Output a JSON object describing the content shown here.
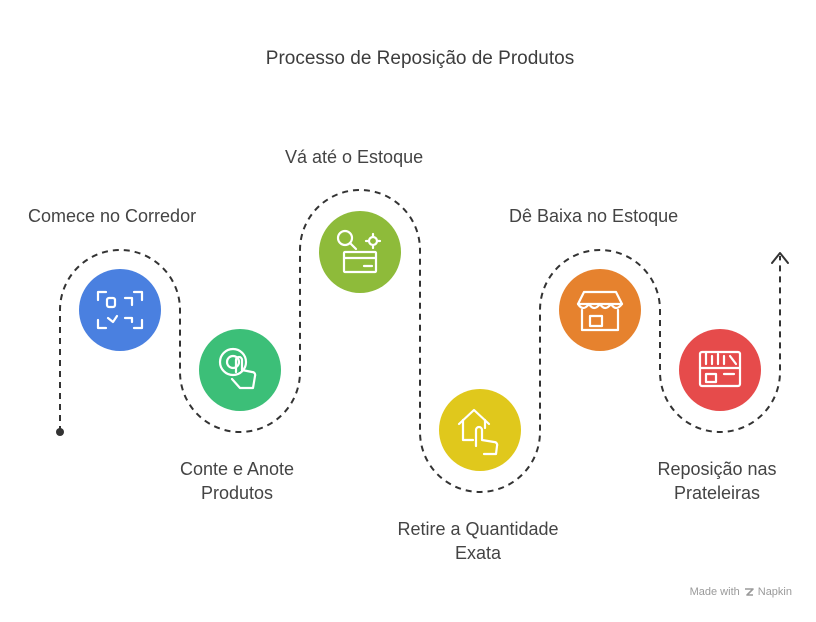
{
  "title": "Processo de Reposição de Produtos",
  "steps": [
    {
      "label": "Comece no Corredor",
      "icon": "scan-frame-icon",
      "color": "#4a80e0"
    },
    {
      "label_lines": [
        "Conte e Anote",
        "Produtos"
      ],
      "icon": "touch-count-icon",
      "color": "#3cbf78"
    },
    {
      "label": "Vá até o Estoque",
      "icon": "search-box-settings-icon",
      "color": "#8ebb3a"
    },
    {
      "label_lines": [
        "Retire a Quantidade",
        "Exata"
      ],
      "icon": "house-hand-icon",
      "color": "#e0c81c"
    },
    {
      "label": "Dê Baixa no Estoque",
      "icon": "storefront-icon",
      "color": "#e6822e"
    },
    {
      "label_lines": [
        "Reposição nas",
        "Prateleiras"
      ],
      "icon": "shelf-icon",
      "color": "#e64b4b"
    }
  ],
  "footer": {
    "prefix": "Made with",
    "brand": "Napkin"
  }
}
